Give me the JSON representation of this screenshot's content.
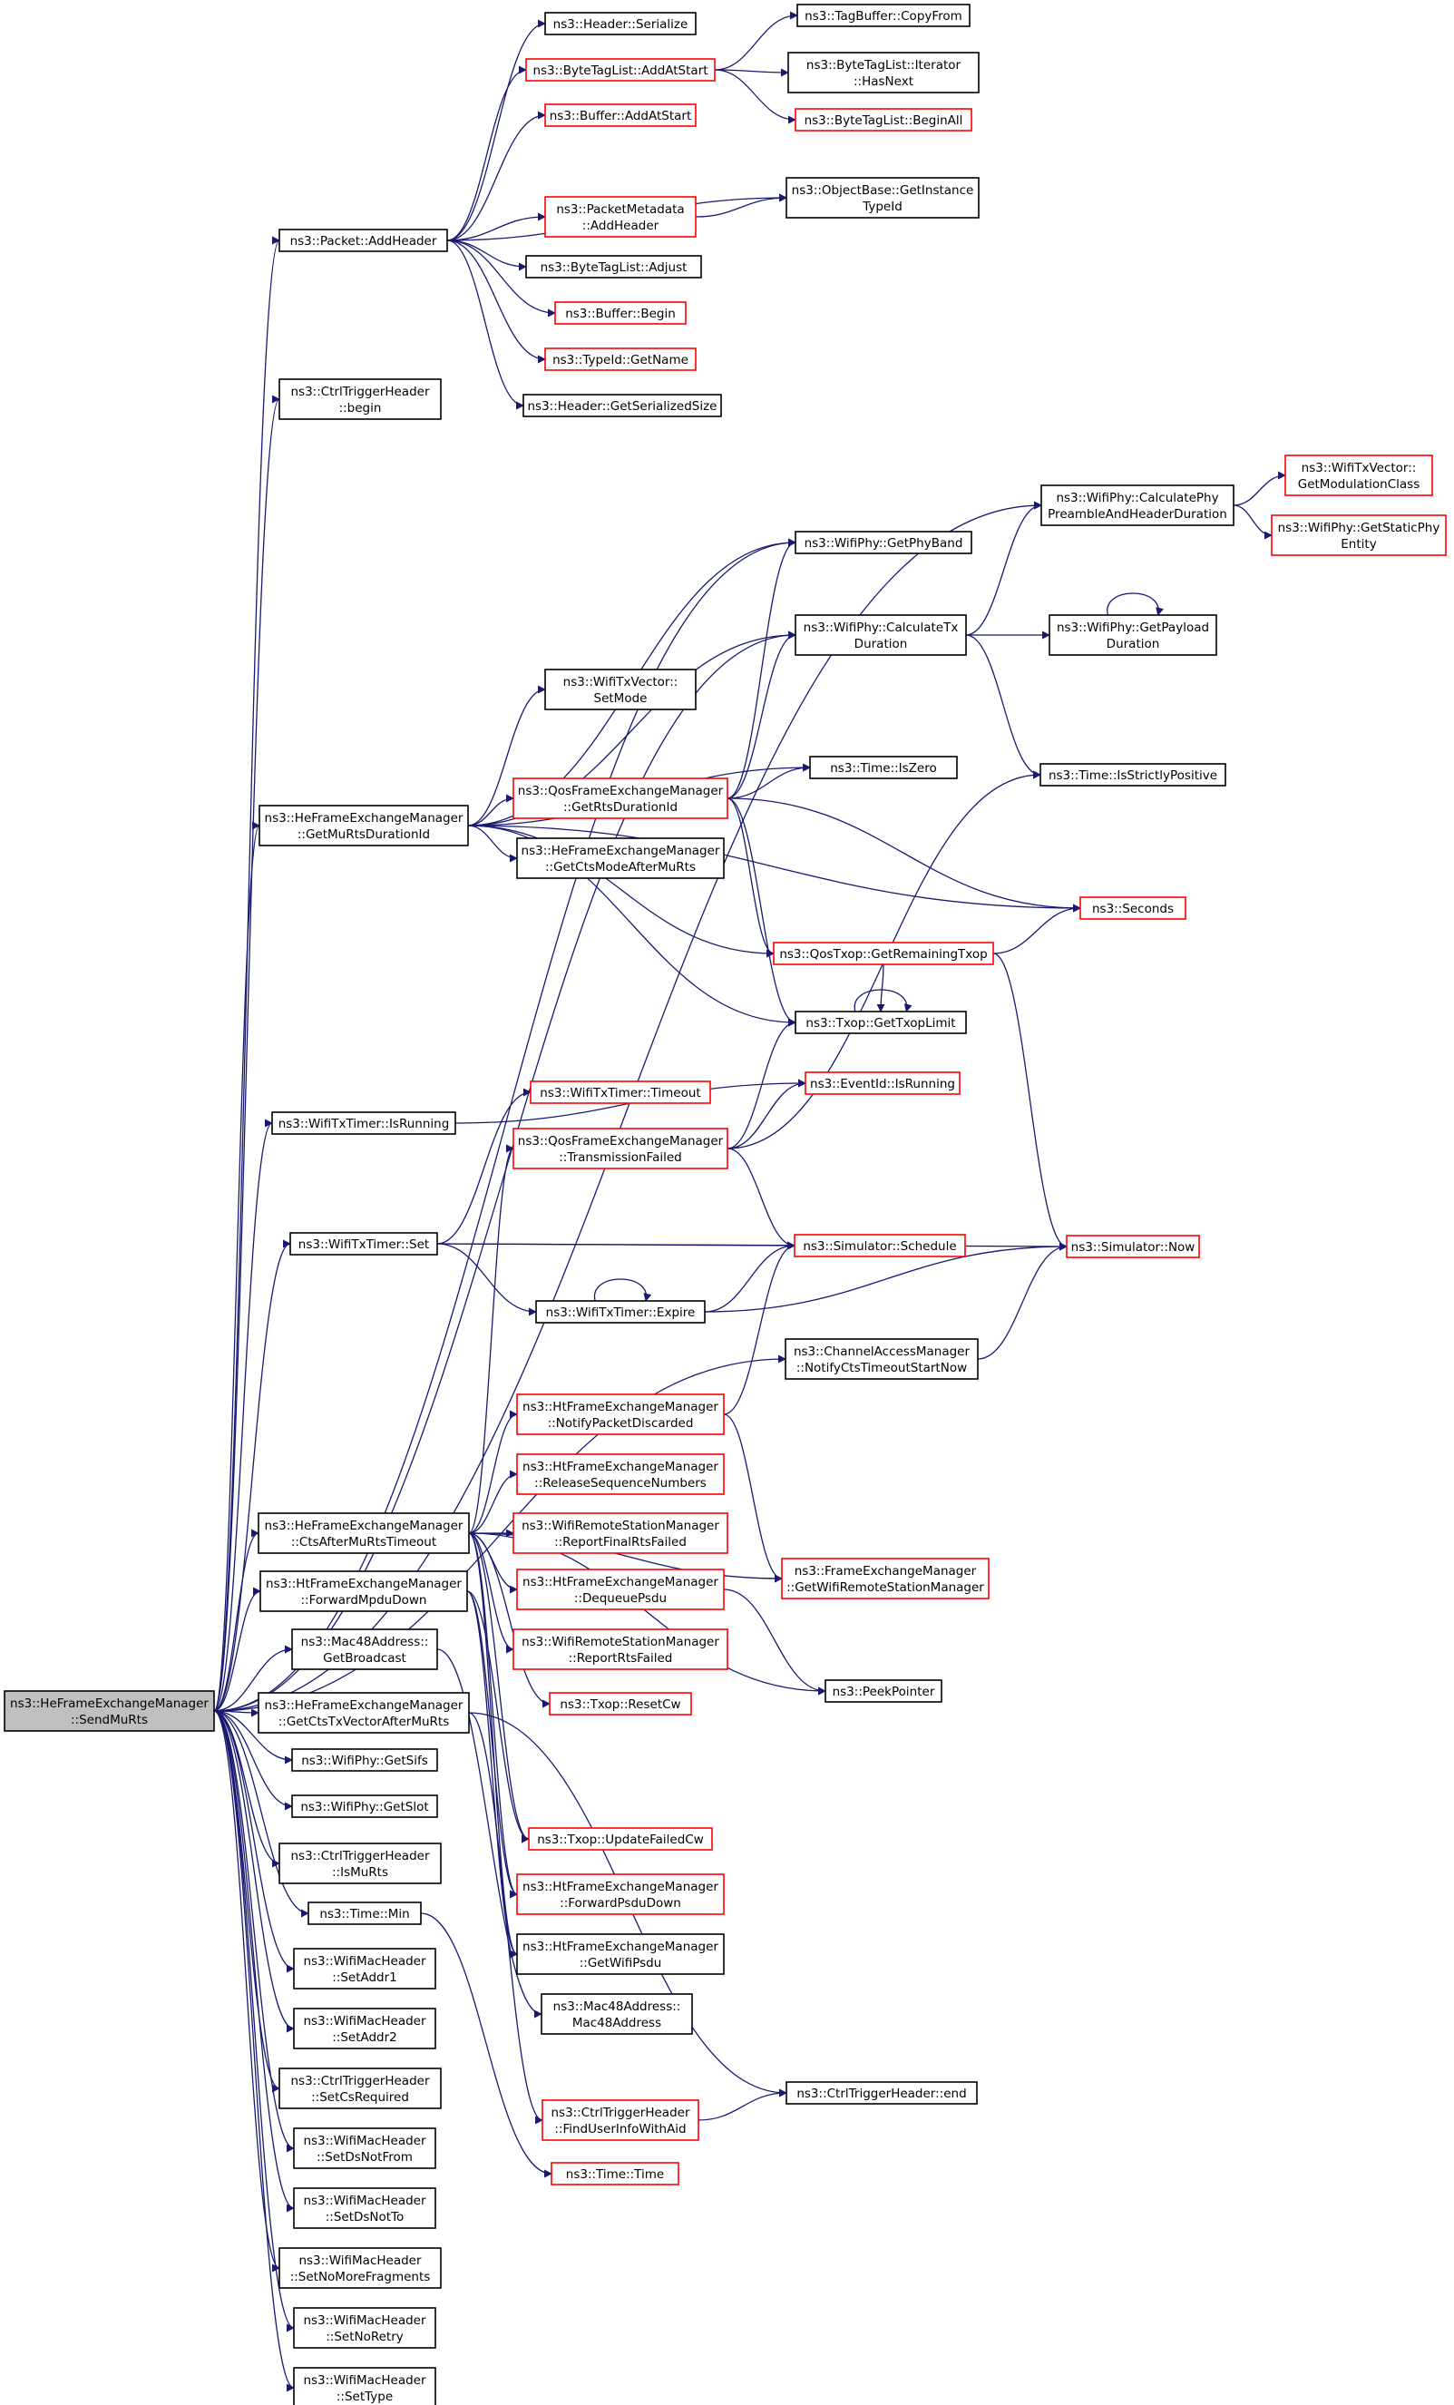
{
  "graph": {
    "colors": {
      "edge": "#191970",
      "node_border_normal": "#000000",
      "node_border_external": "#ff0000",
      "root_fill": "#bfbfbf",
      "node_fill": "#ffffff"
    },
    "root": "root",
    "nodes": [
      {
        "id": "root",
        "lines": [
          "ns3::HeFrameExchangeManager",
          "::SendMuRts"
        ],
        "style": "root"
      },
      {
        "id": "packet_addheader",
        "lines": [
          "ns3::Packet::AddHeader"
        ],
        "style": "normal"
      },
      {
        "id": "ctrl_begin",
        "lines": [
          "ns3::CtrlTriggerHeader",
          "::begin"
        ],
        "style": "normal"
      },
      {
        "id": "getmurts",
        "lines": [
          "ns3::HeFrameExchangeManager",
          "::GetMuRtsDurationId"
        ],
        "style": "normal"
      },
      {
        "id": "txtimer_isrunning",
        "lines": [
          "ns3::WifiTxTimer::IsRunning"
        ],
        "style": "normal"
      },
      {
        "id": "txtimer_set",
        "lines": [
          "ns3::WifiTxTimer::Set"
        ],
        "style": "normal"
      },
      {
        "id": "ctsafter",
        "lines": [
          "ns3::HeFrameExchangeManager",
          "::CtsAfterMuRtsTimeout"
        ],
        "style": "normal"
      },
      {
        "id": "forwardmpdu",
        "lines": [
          "ns3::HtFrameExchangeManager",
          "::ForwardMpduDown"
        ],
        "style": "normal"
      },
      {
        "id": "getbroadcast",
        "lines": [
          "ns3::Mac48Address::",
          "GetBroadcast"
        ],
        "style": "normal"
      },
      {
        "id": "getctstxvec",
        "lines": [
          "ns3::HeFrameExchangeManager",
          "::GetCtsTxVectorAfterMuRts"
        ],
        "style": "normal"
      },
      {
        "id": "getsifs",
        "lines": [
          "ns3::WifiPhy::GetSifs"
        ],
        "style": "normal"
      },
      {
        "id": "getslot",
        "lines": [
          "ns3::WifiPhy::GetSlot"
        ],
        "style": "normal"
      },
      {
        "id": "ismurts",
        "lines": [
          "ns3::CtrlTriggerHeader",
          "::IsMuRts"
        ],
        "style": "normal"
      },
      {
        "id": "timemin",
        "lines": [
          "ns3::Time::Min"
        ],
        "style": "normal"
      },
      {
        "id": "setaddr1",
        "lines": [
          "ns3::WifiMacHeader",
          "::SetAddr1"
        ],
        "style": "normal"
      },
      {
        "id": "setaddr2",
        "lines": [
          "ns3::WifiMacHeader",
          "::SetAddr2"
        ],
        "style": "normal"
      },
      {
        "id": "setcsreq",
        "lines": [
          "ns3::CtrlTriggerHeader",
          "::SetCsRequired"
        ],
        "style": "normal"
      },
      {
        "id": "setdsnotfrom",
        "lines": [
          "ns3::WifiMacHeader",
          "::SetDsNotFrom"
        ],
        "style": "normal"
      },
      {
        "id": "setdsnotto",
        "lines": [
          "ns3::WifiMacHeader",
          "::SetDsNotTo"
        ],
        "style": "normal"
      },
      {
        "id": "setnomorefrag",
        "lines": [
          "ns3::WifiMacHeader",
          "::SetNoMoreFragments"
        ],
        "style": "normal"
      },
      {
        "id": "setnoretry",
        "lines": [
          "ns3::WifiMacHeader",
          "::SetNoRetry"
        ],
        "style": "normal"
      },
      {
        "id": "settype",
        "lines": [
          "ns3::WifiMacHeader",
          "::SetType"
        ],
        "style": "normal"
      },
      {
        "id": "header_serialize",
        "lines": [
          "ns3::Header::Serialize"
        ],
        "style": "normal"
      },
      {
        "id": "btl_addatstart",
        "lines": [
          "ns3::ByteTagList::AddAtStart"
        ],
        "style": "external"
      },
      {
        "id": "buffer_addatstart",
        "lines": [
          "ns3::Buffer::AddAtStart"
        ],
        "style": "external"
      },
      {
        "id": "pm_addheader",
        "lines": [
          "ns3::PacketMetadata",
          "::AddHeader"
        ],
        "style": "external"
      },
      {
        "id": "btl_adjust",
        "lines": [
          "ns3::ByteTagList::Adjust"
        ],
        "style": "normal"
      },
      {
        "id": "buffer_begin",
        "lines": [
          "ns3::Buffer::Begin"
        ],
        "style": "external"
      },
      {
        "id": "typeid_getname",
        "lines": [
          "ns3::TypeId::GetName"
        ],
        "style": "external"
      },
      {
        "id": "header_getsersize",
        "lines": [
          "ns3::Header::GetSerializedSize"
        ],
        "style": "normal"
      },
      {
        "id": "wifitxvec_setmode",
        "lines": [
          "ns3::WifiTxVector::",
          "SetMode"
        ],
        "style": "normal"
      },
      {
        "id": "qfem_getrts",
        "lines": [
          "ns3::QosFrameExchangeManager",
          "::GetRtsDurationId"
        ],
        "style": "external"
      },
      {
        "id": "getctsmode",
        "lines": [
          "ns3::HeFrameExchangeManager",
          "::GetCtsModeAfterMuRts"
        ],
        "style": "normal"
      },
      {
        "id": "txtimer_timeout",
        "lines": [
          "ns3::WifiTxTimer::Timeout"
        ],
        "style": "external"
      },
      {
        "id": "qfem_txfailed",
        "lines": [
          "ns3::QosFrameExchangeManager",
          "::TransmissionFailed"
        ],
        "style": "external"
      },
      {
        "id": "txtimer_expire",
        "lines": [
          "ns3::WifiTxTimer::Expire"
        ],
        "style": "normal"
      },
      {
        "id": "htfem_notifydiscard",
        "lines": [
          "ns3::HtFrameExchangeManager",
          "::NotifyPacketDiscarded"
        ],
        "style": "external"
      },
      {
        "id": "htfem_releaseseq",
        "lines": [
          "ns3::HtFrameExchangeManager",
          "::ReleaseSequenceNumbers"
        ],
        "style": "external"
      },
      {
        "id": "wrsm_reportfinal",
        "lines": [
          "ns3::WifiRemoteStationManager",
          "::ReportFinalRtsFailed"
        ],
        "style": "external"
      },
      {
        "id": "htfem_dequeue",
        "lines": [
          "ns3::HtFrameExchangeManager",
          "::DequeuePsdu"
        ],
        "style": "external"
      },
      {
        "id": "wrsm_reportrts",
        "lines": [
          "ns3::WifiRemoteStationManager",
          "::ReportRtsFailed"
        ],
        "style": "external"
      },
      {
        "id": "txop_resetcw",
        "lines": [
          "ns3::Txop::ResetCw"
        ],
        "style": "external"
      },
      {
        "id": "txop_updatecw",
        "lines": [
          "ns3::Txop::UpdateFailedCw"
        ],
        "style": "external"
      },
      {
        "id": "htfem_forwardpsdu",
        "lines": [
          "ns3::HtFrameExchangeManager",
          "::ForwardPsduDown"
        ],
        "style": "external"
      },
      {
        "id": "htfem_getwifipsdu",
        "lines": [
          "ns3::HtFrameExchangeManager",
          "::GetWifiPsdu"
        ],
        "style": "normal"
      },
      {
        "id": "mac48_mac48",
        "lines": [
          "ns3::Mac48Address::",
          "Mac48Address"
        ],
        "style": "normal"
      },
      {
        "id": "ctrl_finduser",
        "lines": [
          "ns3::CtrlTriggerHeader",
          "::FindUserInfoWithAid"
        ],
        "style": "external"
      },
      {
        "id": "time_time",
        "lines": [
          "ns3::Time::Time"
        ],
        "style": "external"
      },
      {
        "id": "tagbuf_copyfrom",
        "lines": [
          "ns3::TagBuffer::CopyFrom"
        ],
        "style": "normal"
      },
      {
        "id": "btl_iter_hasnext",
        "lines": [
          "ns3::ByteTagList::Iterator",
          "::HasNext"
        ],
        "style": "normal"
      },
      {
        "id": "btl_beginall",
        "lines": [
          "ns3::ByteTagList::BeginAll"
        ],
        "style": "external"
      },
      {
        "id": "objbase_getinst",
        "lines": [
          "ns3::ObjectBase::GetInstance",
          "TypeId"
        ],
        "style": "normal"
      },
      {
        "id": "wifiphy_getphyband",
        "lines": [
          "ns3::WifiPhy::GetPhyBand"
        ],
        "style": "normal"
      },
      {
        "id": "wifiphy_calctx",
        "lines": [
          "ns3::WifiPhy::CalculateTx",
          "Duration"
        ],
        "style": "normal"
      },
      {
        "id": "time_iszero",
        "lines": [
          "ns3::Time::IsZero"
        ],
        "style": "normal"
      },
      {
        "id": "qostxop_getremaining",
        "lines": [
          "ns3::QosTxop::GetRemainingTxop"
        ],
        "style": "external"
      },
      {
        "id": "txop_gettxoplimit",
        "lines": [
          "ns3::Txop::GetTxopLimit"
        ],
        "style": "normal"
      },
      {
        "id": "eventid_isrunning",
        "lines": [
          "ns3::EventId::IsRunning"
        ],
        "style": "external"
      },
      {
        "id": "sim_schedule",
        "lines": [
          "ns3::Simulator::Schedule"
        ],
        "style": "external"
      },
      {
        "id": "cam_notifycts",
        "lines": [
          "ns3::ChannelAccessManager",
          "::NotifyCtsTimeoutStartNow"
        ],
        "style": "normal"
      },
      {
        "id": "fem_getwrsm",
        "lines": [
          "ns3::FrameExchangeManager",
          "::GetWifiRemoteStationManager"
        ],
        "style": "external"
      },
      {
        "id": "peekpointer",
        "lines": [
          "ns3::PeekPointer"
        ],
        "style": "normal"
      },
      {
        "id": "ctrl_end",
        "lines": [
          "ns3::CtrlTriggerHeader::end"
        ],
        "style": "normal"
      },
      {
        "id": "wifiphy_calcpreamble",
        "lines": [
          "ns3::WifiPhy::CalculatePhy",
          "PreambleAndHeaderDuration"
        ],
        "style": "normal"
      },
      {
        "id": "wifiphy_getpayload",
        "lines": [
          "ns3::WifiPhy::GetPayload",
          "Duration"
        ],
        "style": "normal"
      },
      {
        "id": "time_isstrictpos",
        "lines": [
          "ns3::Time::IsStrictlyPositive"
        ],
        "style": "normal"
      },
      {
        "id": "seconds",
        "lines": [
          "ns3::Seconds"
        ],
        "style": "external"
      },
      {
        "id": "sim_now",
        "lines": [
          "ns3::Simulator::Now"
        ],
        "style": "external"
      },
      {
        "id": "wifitxvec_getmodclass",
        "lines": [
          "ns3::WifiTxVector::",
          "GetModulationClass"
        ],
        "style": "external"
      },
      {
        "id": "wifiphy_getstaticphy",
        "lines": [
          "ns3::WifiPhy::GetStaticPhy",
          "Entity"
        ],
        "style": "external"
      }
    ],
    "edges": [
      [
        "root",
        "packet_addheader"
      ],
      [
        "root",
        "ctrl_begin"
      ],
      [
        "root",
        "wifiphy_calcpreamble"
      ],
      [
        "root",
        "wifiphy_getphyband"
      ],
      [
        "root",
        "wifiphy_calctx"
      ],
      [
        "root",
        "getmurts"
      ],
      [
        "root",
        "txtimer_isrunning"
      ],
      [
        "root",
        "txtimer_set"
      ],
      [
        "root",
        "cam_notifycts"
      ],
      [
        "root",
        "ctsafter"
      ],
      [
        "root",
        "forwardmpdu"
      ],
      [
        "root",
        "getbroadcast"
      ],
      [
        "root",
        "getctstxvec"
      ],
      [
        "root",
        "getsifs"
      ],
      [
        "root",
        "getslot"
      ],
      [
        "root",
        "ismurts"
      ],
      [
        "root",
        "timemin"
      ],
      [
        "root",
        "setaddr1"
      ],
      [
        "root",
        "setaddr2"
      ],
      [
        "root",
        "setcsreq"
      ],
      [
        "root",
        "setdsnotfrom"
      ],
      [
        "root",
        "setdsnotto"
      ],
      [
        "root",
        "setnomorefrag"
      ],
      [
        "root",
        "setnoretry"
      ],
      [
        "root",
        "settype"
      ],
      [
        "packet_addheader",
        "header_serialize"
      ],
      [
        "packet_addheader",
        "btl_addatstart"
      ],
      [
        "packet_addheader",
        "buffer_addatstart"
      ],
      [
        "packet_addheader",
        "objbase_getinst"
      ],
      [
        "packet_addheader",
        "pm_addheader"
      ],
      [
        "packet_addheader",
        "btl_adjust"
      ],
      [
        "packet_addheader",
        "buffer_begin"
      ],
      [
        "packet_addheader",
        "typeid_getname"
      ],
      [
        "packet_addheader",
        "header_getsersize"
      ],
      [
        "btl_addatstart",
        "tagbuf_copyfrom"
      ],
      [
        "btl_addatstart",
        "btl_iter_hasnext"
      ],
      [
        "btl_addatstart",
        "btl_beginall"
      ],
      [
        "pm_addheader",
        "objbase_getinst"
      ],
      [
        "getmurts",
        "wifiphy_getphyband"
      ],
      [
        "getmurts",
        "wifiphy_calctx"
      ],
      [
        "getmurts",
        "wifitxvec_setmode"
      ],
      [
        "getmurts",
        "time_iszero"
      ],
      [
        "getmurts",
        "qfem_getrts"
      ],
      [
        "getmurts",
        "getctsmode"
      ],
      [
        "getmurts",
        "seconds"
      ],
      [
        "getmurts",
        "qostxop_getremaining"
      ],
      [
        "getmurts",
        "txop_gettxoplimit"
      ],
      [
        "qfem_getrts",
        "wifiphy_getphyband"
      ],
      [
        "qfem_getrts",
        "wifiphy_calctx"
      ],
      [
        "qfem_getrts",
        "time_iszero"
      ],
      [
        "qfem_getrts",
        "seconds"
      ],
      [
        "qfem_getrts",
        "qostxop_getremaining"
      ],
      [
        "qfem_getrts",
        "txop_gettxoplimit"
      ],
      [
        "wifiphy_calcpreamble",
        "wifitxvec_getmodclass"
      ],
      [
        "wifiphy_calcpreamble",
        "wifiphy_getstaticphy"
      ],
      [
        "wifiphy_calctx",
        "wifiphy_calcpreamble"
      ],
      [
        "wifiphy_calctx",
        "wifiphy_getpayload"
      ],
      [
        "wifiphy_calctx",
        "time_isstrictpos"
      ],
      [
        "wifiphy_getpayload",
        "wifiphy_getpayload"
      ],
      [
        "qostxop_getremaining",
        "seconds"
      ],
      [
        "qostxop_getremaining",
        "txop_gettxoplimit"
      ],
      [
        "qostxop_getremaining",
        "sim_now"
      ],
      [
        "txop_gettxoplimit",
        "txop_gettxoplimit"
      ],
      [
        "txtimer_isrunning",
        "eventid_isrunning"
      ],
      [
        "txtimer_set",
        "txtimer_timeout"
      ],
      [
        "txtimer_set",
        "sim_schedule"
      ],
      [
        "txtimer_set",
        "sim_now"
      ],
      [
        "txtimer_set",
        "txtimer_expire"
      ],
      [
        "txtimer_expire",
        "txtimer_expire"
      ],
      [
        "txtimer_expire",
        "sim_schedule"
      ],
      [
        "txtimer_expire",
        "sim_now"
      ],
      [
        "qfem_txfailed",
        "txop_gettxoplimit"
      ],
      [
        "qfem_txfailed",
        "eventid_isrunning"
      ],
      [
        "qfem_txfailed",
        "time_isstrictpos"
      ],
      [
        "qfem_txfailed",
        "sim_schedule"
      ],
      [
        "cam_notifycts",
        "sim_now"
      ],
      [
        "ctsafter",
        "qfem_txfailed"
      ],
      [
        "ctsafter",
        "htfem_notifydiscard"
      ],
      [
        "ctsafter",
        "htfem_releaseseq"
      ],
      [
        "ctsafter",
        "wrsm_reportfinal"
      ],
      [
        "ctsafter",
        "htfem_dequeue"
      ],
      [
        "ctsafter",
        "wrsm_reportrts"
      ],
      [
        "ctsafter",
        "txop_resetcw"
      ],
      [
        "ctsafter",
        "fem_getwrsm"
      ],
      [
        "ctsafter",
        "peekpointer"
      ],
      [
        "ctsafter",
        "txop_updatecw"
      ],
      [
        "ctsafter",
        "htfem_forwardpsdu"
      ],
      [
        "ctsafter",
        "htfem_getwifipsdu"
      ],
      [
        "htfem_notifydiscard",
        "sim_schedule"
      ],
      [
        "htfem_notifydiscard",
        "fem_getwrsm"
      ],
      [
        "htfem_dequeue",
        "peekpointer"
      ],
      [
        "forwardmpdu",
        "htfem_forwardpsdu"
      ],
      [
        "forwardmpdu",
        "htfem_getwifipsdu"
      ],
      [
        "forwardmpdu",
        "txop_updatecw"
      ],
      [
        "getbroadcast",
        "mac48_mac48"
      ],
      [
        "getctstxvec",
        "ctrl_end"
      ],
      [
        "getctstxvec",
        "ctrl_finduser"
      ],
      [
        "ctrl_finduser",
        "ctrl_end"
      ],
      [
        "timemin",
        "time_time"
      ]
    ]
  }
}
